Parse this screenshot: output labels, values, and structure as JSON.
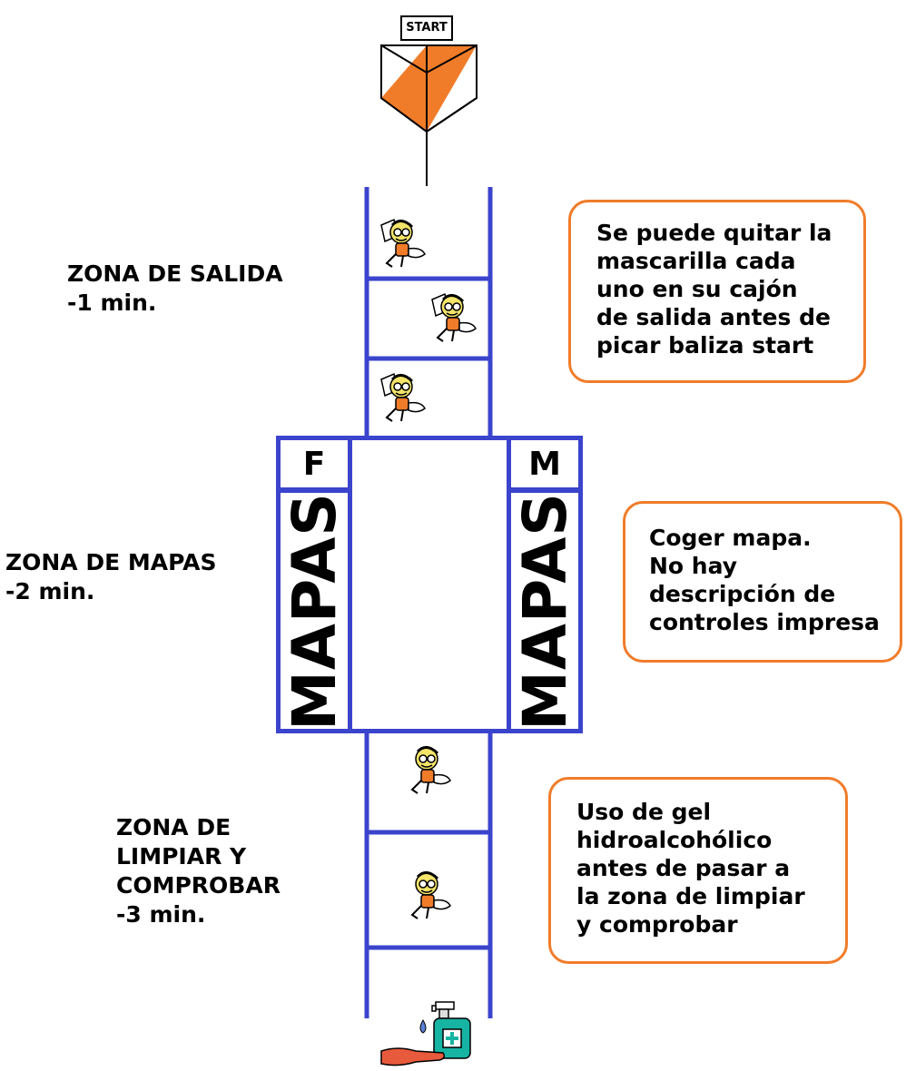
{
  "flag": {
    "label": "START"
  },
  "zones": [
    {
      "id": "salida",
      "label": "ZONA DE SALIDA\n-1 min."
    },
    {
      "id": "mapas",
      "label": "ZONA DE MAPAS\n-2 min."
    },
    {
      "id": "limpiar",
      "label": "ZONA DE\nLIMPIAR Y\nCOMPROBAR\n-3 min."
    }
  ],
  "notes": [
    {
      "text": "Se puede quitar la\nmascarilla cada\nuno en su cajón\nde salida antes de\npicar baliza start"
    },
    {
      "text": "Coger mapa.\nNo hay\ndescripción de\ncontroles impresa"
    },
    {
      "text": "Uso de gel\nhidroalcohólico\nantes de pasar a\nla zona de limpiar\ny comprobar"
    }
  ],
  "map_boxes": {
    "left": {
      "letter": "F",
      "label": "MAPAS"
    },
    "right": {
      "letter": "M",
      "label": "MAPAS"
    }
  },
  "colors": {
    "lane": "#3b44cc",
    "note_border": "#f07c2a",
    "flag_orange": "#f07c2a",
    "gel": "#17b3a3"
  },
  "icons": [
    "start-flag-icon",
    "runner-icon",
    "hand-sanitizer-icon"
  ]
}
